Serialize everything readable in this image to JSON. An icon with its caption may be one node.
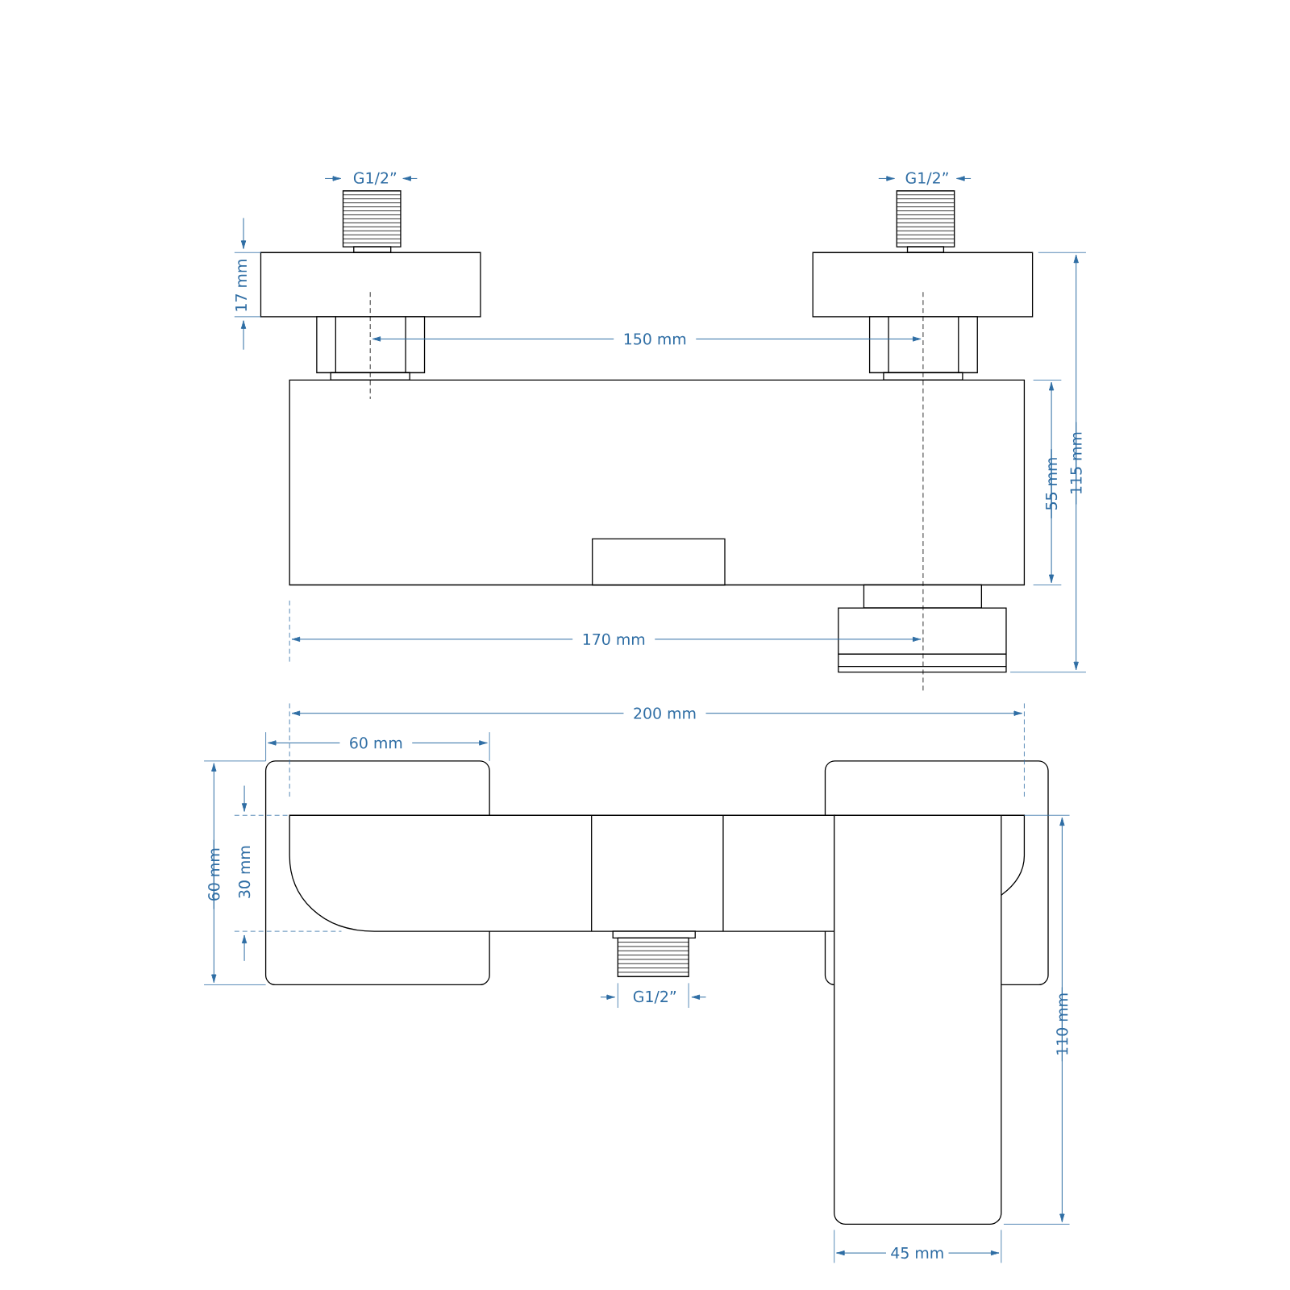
{
  "diagram": {
    "labels": [
      "G1/2”",
      "G1/2”",
      "17 mm",
      "150 mm",
      "55 mm",
      "115 mm",
      "170 mm",
      "200 mm",
      "60 mm",
      "60 mm",
      "30 mm",
      "G1/2”",
      "110 mm",
      "45 mm"
    ]
  }
}
